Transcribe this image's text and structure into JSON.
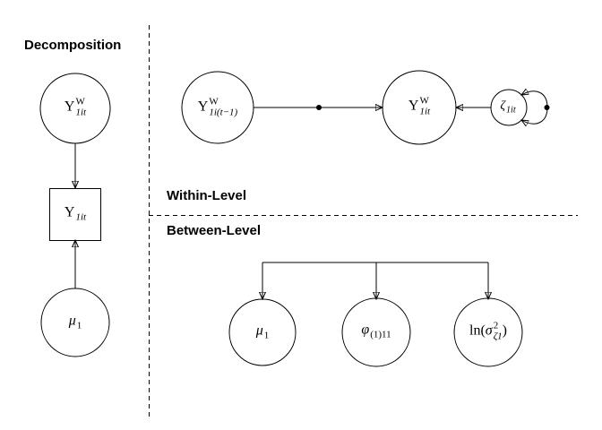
{
  "colors": {
    "ink": "#000000",
    "background": "#ffffff"
  },
  "titles": {
    "decomposition": "Decomposition",
    "within": "Within-Level",
    "between": "Between-Level"
  },
  "markers": {
    "random_slope_dot": "●",
    "random_variance_dot": "●"
  },
  "nodes": {
    "decomp_y_within": {
      "shape": "circle",
      "base": "Y",
      "sup": "W",
      "sub": "1it"
    },
    "observed_y": {
      "shape": "square",
      "base": "Y",
      "sub": "1it"
    },
    "decomp_mu": {
      "shape": "circle",
      "base": "μ",
      "sub": "1"
    },
    "lag_y_within": {
      "shape": "circle",
      "base": "Y",
      "sup": "W",
      "sub": "1i(t−1)"
    },
    "current_y_within": {
      "shape": "circle",
      "base": "Y",
      "sup": "W",
      "sub": "1it"
    },
    "zeta_residual": {
      "shape": "circle",
      "base": "ζ",
      "sub": "1it"
    },
    "between_mu": {
      "shape": "circle",
      "base": "μ",
      "sub": "1"
    },
    "between_phi": {
      "shape": "circle",
      "base": "φ",
      "sub": "(1)11"
    },
    "between_logvar": {
      "shape": "circle",
      "pre": "ln(",
      "base": "σ",
      "sup": "2",
      "sub": "ζ1",
      "post": ")"
    }
  }
}
